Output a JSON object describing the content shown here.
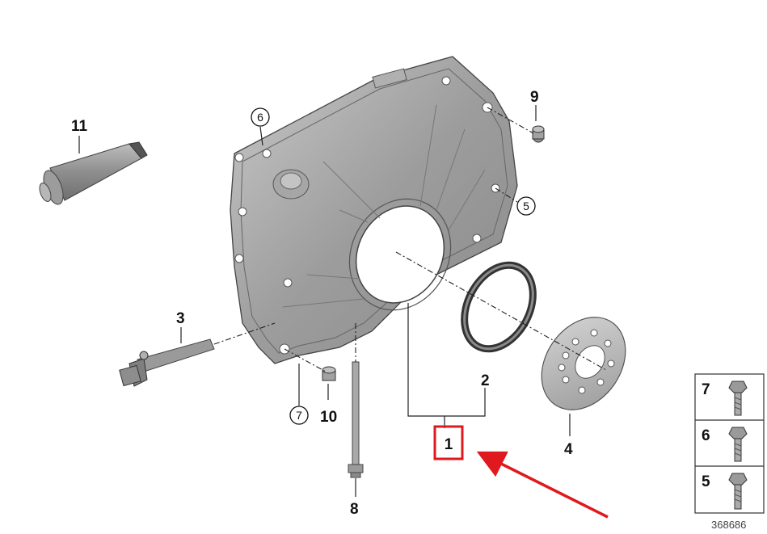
{
  "callouts": {
    "p1": "1",
    "p2": "2",
    "p3": "3",
    "p4": "4",
    "p5": "5",
    "p6": "6",
    "p7": "7",
    "p8": "8",
    "p9": "9",
    "p10": "10",
    "p11": "11"
  },
  "legend": {
    "items": [
      "7",
      "6",
      "5"
    ]
  },
  "reference_number": "368686",
  "colors": {
    "highlight_box": "#e0191e",
    "arrow": "#e0191e",
    "part_fill": "#b9b9b9",
    "line": "#222222"
  },
  "highlight": {
    "target": "1",
    "arrow-icon": "red-arrow-icon"
  }
}
